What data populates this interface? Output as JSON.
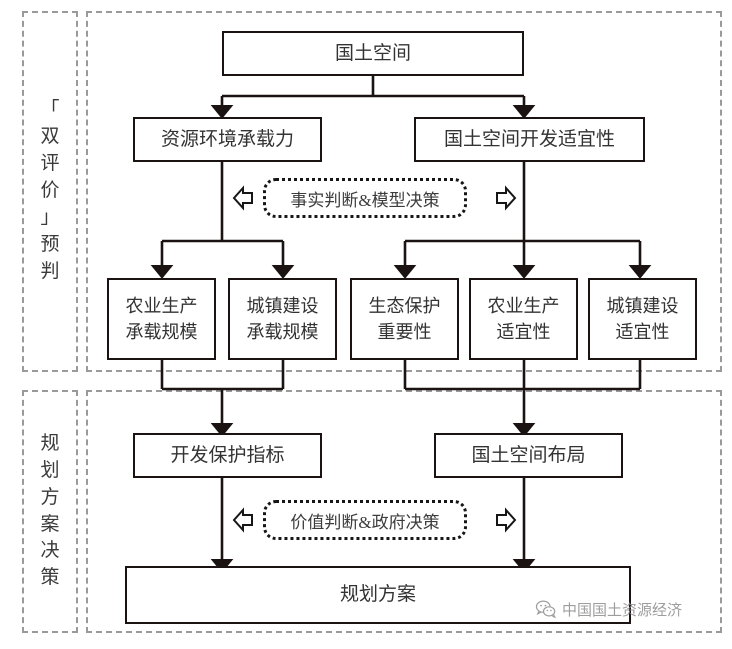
{
  "figure": {
    "type": "flowchart",
    "orientation": "top-down",
    "line_color": "#1a1311",
    "group_border_color": "#9a9a9a",
    "text_color": "#333333"
  },
  "groups": [
    {
      "id": "group-prejudgement",
      "label_chars": [
        "「",
        "双",
        "评",
        "价",
        "」",
        "预",
        "判"
      ],
      "label_text": "「双评价」预判"
    },
    {
      "id": "group-plan-decision",
      "label_chars": [
        "规",
        "划",
        "方",
        "案",
        "决",
        "策"
      ],
      "label_text": "规划方案决策"
    }
  ],
  "nodes": {
    "root": {
      "label": "国土空间"
    },
    "level2": [
      {
        "label": "资源环境承载力"
      },
      {
        "label": "国土空间开发适宜性"
      }
    ],
    "level3": [
      {
        "line1": "农业生产",
        "line2": "承载规模"
      },
      {
        "line1": "城镇建设",
        "line2": "承载规模"
      },
      {
        "line1": "生态保护",
        "line2": "重要性"
      },
      {
        "line1": "农业生产",
        "line2": "适宜性"
      },
      {
        "line1": "城镇建设",
        "line2": "适宜性"
      }
    ],
    "level4": [
      {
        "label": "开发保护指标"
      },
      {
        "label": "国土空间布局"
      }
    ],
    "result": {
      "label": "规划方案"
    }
  },
  "notes": [
    {
      "id": "note-fact",
      "label": "事实判断&模型决策",
      "left_arrow": "left-arrow-icon",
      "right_arrow": "right-arrow-icon"
    },
    {
      "id": "note-value",
      "label": "价值判断&政府决策",
      "left_arrow": "left-arrow-icon",
      "right_arrow": "right-arrow-icon"
    }
  ],
  "watermark": {
    "text": "中国国土资源经济",
    "icon": "wechat-icon"
  }
}
